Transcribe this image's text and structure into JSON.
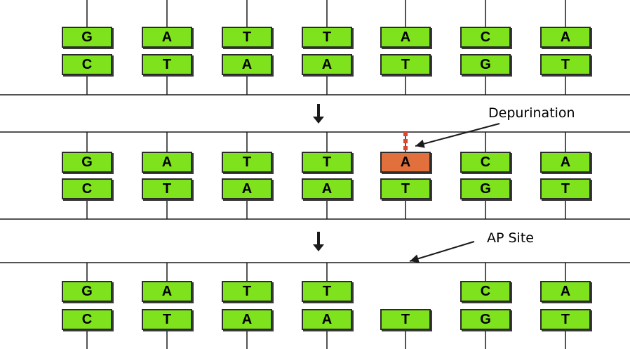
{
  "colors": {
    "base_fill": "#7ee21c",
    "damaged_fill": "#e2703c",
    "break_mark": "#d9482b",
    "line": "#1a1a1a"
  },
  "strands": [
    {
      "top": [
        "G",
        "A",
        "T",
        "T",
        "A",
        "C",
        "A"
      ],
      "bottom": [
        "C",
        "T",
        "A",
        "A",
        "T",
        "G",
        "T"
      ],
      "highlight": null,
      "missing": null
    },
    {
      "top": [
        "G",
        "A",
        "T",
        "T",
        "A",
        "C",
        "A"
      ],
      "bottom": [
        "C",
        "T",
        "A",
        "A",
        "T",
        "G",
        "T"
      ],
      "highlight": 4,
      "missing": null
    },
    {
      "top": [
        "G",
        "A",
        "T",
        "T",
        "",
        "C",
        "A"
      ],
      "bottom": [
        "C",
        "T",
        "A",
        "A",
        "T",
        "G",
        "T"
      ],
      "highlight": null,
      "missing": 4
    }
  ],
  "labels": {
    "depurination": "Depurination",
    "ap_site": "AP Site"
  }
}
